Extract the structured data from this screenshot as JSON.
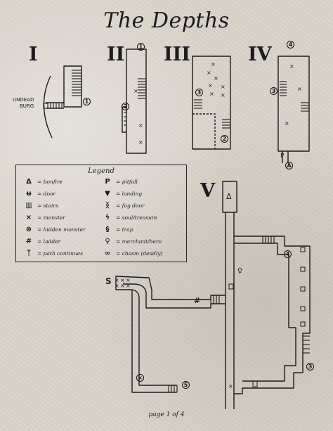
{
  "title": "The Depths",
  "footer": "page 1 of 4",
  "sections": [
    "I",
    "II",
    "III",
    "IV",
    "V"
  ],
  "area_label_line1": "UNDEAD",
  "area_label_line2": "BURG",
  "legend": {
    "title": "Legend",
    "left": [
      {
        "icon": "bonfire-icon",
        "glyph": "Δ",
        "label": "= bonfire"
      },
      {
        "icon": "door-icon",
        "glyph": "ʉ",
        "label": "= door"
      },
      {
        "icon": "stairs-icon",
        "glyph": "▥",
        "label": "= stairs"
      },
      {
        "icon": "monster-icon",
        "glyph": "×",
        "label": "= monster"
      },
      {
        "icon": "hidden-monster-icon",
        "glyph": "⊗",
        "label": "= hidden monster"
      },
      {
        "icon": "ladder-icon",
        "glyph": "#",
        "label": "= ladder"
      },
      {
        "icon": "path-continues-icon",
        "glyph": "ᛉ",
        "label": "= path continues"
      }
    ],
    "right": [
      {
        "icon": "pitfall-icon",
        "glyph": "P",
        "label": "= pitfall"
      },
      {
        "icon": "landing-icon",
        "glyph": "▼",
        "label": "= landing"
      },
      {
        "icon": "fog-door-icon",
        "glyph": "ᛝ",
        "label": "= fog door"
      },
      {
        "icon": "soul-treasure-icon",
        "glyph": "ϟ",
        "label": "= soul/treasure"
      },
      {
        "icon": "trap-icon",
        "glyph": "§",
        "label": "= trap"
      },
      {
        "icon": "merchant-hero-icon",
        "glyph": "♀",
        "label": "= merchant/hero"
      },
      {
        "icon": "chasm-icon",
        "glyph": "∞",
        "label": "= chasm (deadly)"
      }
    ]
  },
  "markers": {
    "one": "1",
    "two": "2",
    "three": "3",
    "four": "4",
    "five": "5"
  },
  "monster_glyph": "×",
  "bonfire_glyph": "Δ",
  "merchant_glyph": "♀",
  "ladder_glyph": "#",
  "pitfall_glyph": "P",
  "landing_glyph": "A",
  "soul_glyph": "S"
}
